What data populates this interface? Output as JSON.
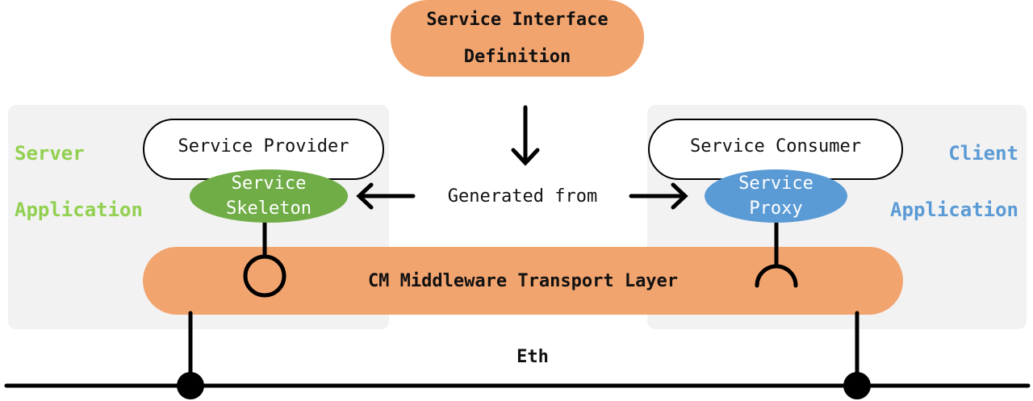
{
  "colors": {
    "orange": "#f2a46f",
    "green": "#70ad47",
    "blue": "#5b9bd5",
    "server_label": "#92d050",
    "client_label": "#5b9bd5",
    "panel": "#f2f2f2",
    "line": "#000000"
  },
  "service_interface": {
    "line1": "Service Interface",
    "line2": "Definition"
  },
  "server": {
    "label_line1": "Server",
    "label_line2": "Application"
  },
  "client": {
    "label_line1": "Client",
    "label_line2": "Application"
  },
  "provider": {
    "label": "Service Provider"
  },
  "consumer": {
    "label": "Service Consumer"
  },
  "skeleton": {
    "line1": "Service",
    "line2": "Skeleton"
  },
  "proxy": {
    "line1": "Service",
    "line2": "Proxy"
  },
  "generated_from": "Generated from",
  "transport_layer": "CM Middleware Transport Layer",
  "network": {
    "label": "Eth"
  },
  "icons": {
    "down_arrow": "arrow-down-icon",
    "left_arrow": "arrow-left-icon",
    "right_arrow": "arrow-right-icon",
    "provided_port": "provided-interface-icon",
    "required_port": "required-interface-icon"
  }
}
